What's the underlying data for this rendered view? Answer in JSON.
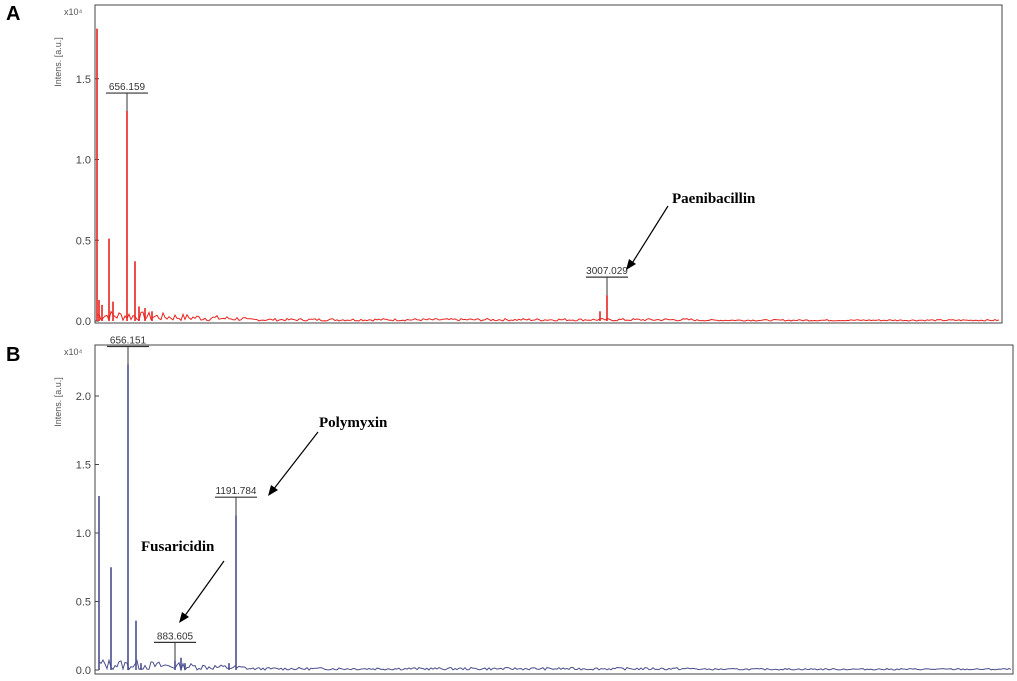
{
  "colors": {
    "panel_a": "#e8231f",
    "panel_b": "#4a4e8c",
    "frame": "#444444"
  },
  "chart_data": [
    {
      "type": "line",
      "panel": "A",
      "ylabel": "Intens. [a.u.]",
      "y_multiplier": "x10⁴",
      "ylim": [
        0,
        1.9
      ],
      "yticks": [
        {
          "value": 0.0,
          "label": "0.0"
        },
        {
          "value": 0.5,
          "label": "0.5"
        },
        {
          "value": 1.0,
          "label": "1.0"
        },
        {
          "value": 1.5,
          "label": "1.5"
        }
      ],
      "peaks": [
        {
          "x": 0.0,
          "y": 1.81
        },
        {
          "x": 0.02,
          "y": 0.13
        },
        {
          "x": 0.05,
          "y": 0.1
        },
        {
          "x": 0.12,
          "y": 0.51
        },
        {
          "x": 0.16,
          "y": 0.12
        },
        {
          "x": 0.3,
          "y": 1.3
        },
        {
          "x": 0.38,
          "y": 0.37
        },
        {
          "x": 0.42,
          "y": 0.09
        },
        {
          "x": 0.48,
          "y": 0.08
        },
        {
          "x": 0.55,
          "y": 0.06
        },
        {
          "x": 5.03,
          "y": 0.06
        },
        {
          "x": 5.1,
          "y": 0.16
        }
      ],
      "peak_labels": [
        {
          "x": 0.3,
          "y": 1.3,
          "label": "656.159"
        },
        {
          "x": 5.1,
          "y": 0.16,
          "label": "3007.029"
        }
      ],
      "annotations": [
        {
          "text": "Paenibacillin",
          "target": 1
        }
      ]
    },
    {
      "type": "line",
      "panel": "B",
      "ylabel": "Intens. [a.u.]",
      "y_multiplier": "x10⁴",
      "ylim": [
        0,
        2.3
      ],
      "yticks": [
        {
          "value": 0.0,
          "label": "0.0"
        },
        {
          "value": 0.5,
          "label": "0.5"
        },
        {
          "value": 1.0,
          "label": "1.0"
        },
        {
          "value": 1.5,
          "label": "1.5"
        },
        {
          "value": 2.0,
          "label": "2.0"
        }
      ],
      "peaks": [
        {
          "x": 0.0,
          "y": 1.27
        },
        {
          "x": 0.12,
          "y": 0.75
        },
        {
          "x": 0.29,
          "y": 2.23
        },
        {
          "x": 0.37,
          "y": 0.36
        },
        {
          "x": 0.42,
          "y": 0.05
        },
        {
          "x": 0.76,
          "y": 0.07
        },
        {
          "x": 0.82,
          "y": 0.09
        },
        {
          "x": 0.86,
          "y": 0.05
        },
        {
          "x": 1.3,
          "y": 0.05
        },
        {
          "x": 1.37,
          "y": 1.13
        }
      ],
      "peak_labels": [
        {
          "x": 0.29,
          "y": 2.23,
          "label": "656.151"
        },
        {
          "x": 0.76,
          "y": 0.07,
          "label": "883.605"
        },
        {
          "x": 1.37,
          "y": 1.13,
          "label": "1191.784"
        }
      ],
      "annotations": [
        {
          "text": "Polymyxin",
          "target": 2
        },
        {
          "text": "Fusaricidin",
          "target": 1
        }
      ]
    }
  ]
}
